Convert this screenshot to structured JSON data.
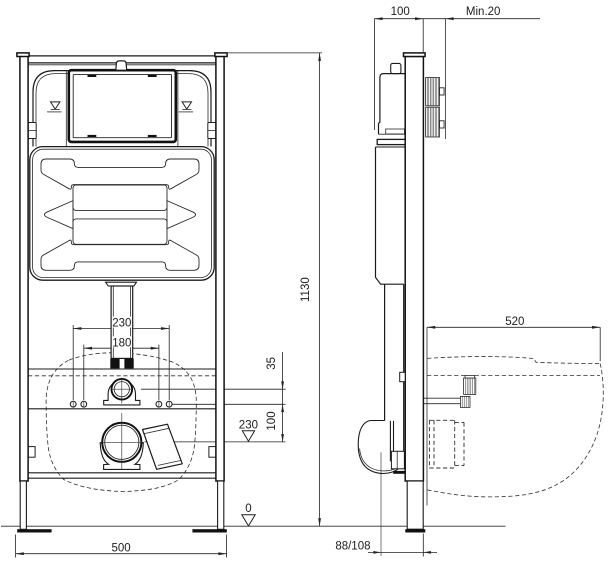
{
  "drawing": {
    "type": "technical-installation-drawing",
    "subject": "wall-hung WC concealed cistern mounting frame, front and side views",
    "colors": {
      "line": "#1b1b1b",
      "background": "#ffffff"
    }
  },
  "dimensions": {
    "bolt_spacing_outer": "230",
    "bolt_spacing_inner": "180",
    "supply_to_bolts": "35",
    "bolts_to_outlet": "100",
    "outlet_height": "230",
    "floor_datum": "0",
    "frame_width": "500",
    "frame_height": "1130",
    "frame_depth": "100",
    "wall_min_thickness": "Min.20",
    "pan_depth": "520",
    "outlet_offset": "88/108"
  },
  "icons": {
    "water_level_icon": "open inverted triangle with underline",
    "datum_level_icon": "open inverted triangle on level line"
  }
}
